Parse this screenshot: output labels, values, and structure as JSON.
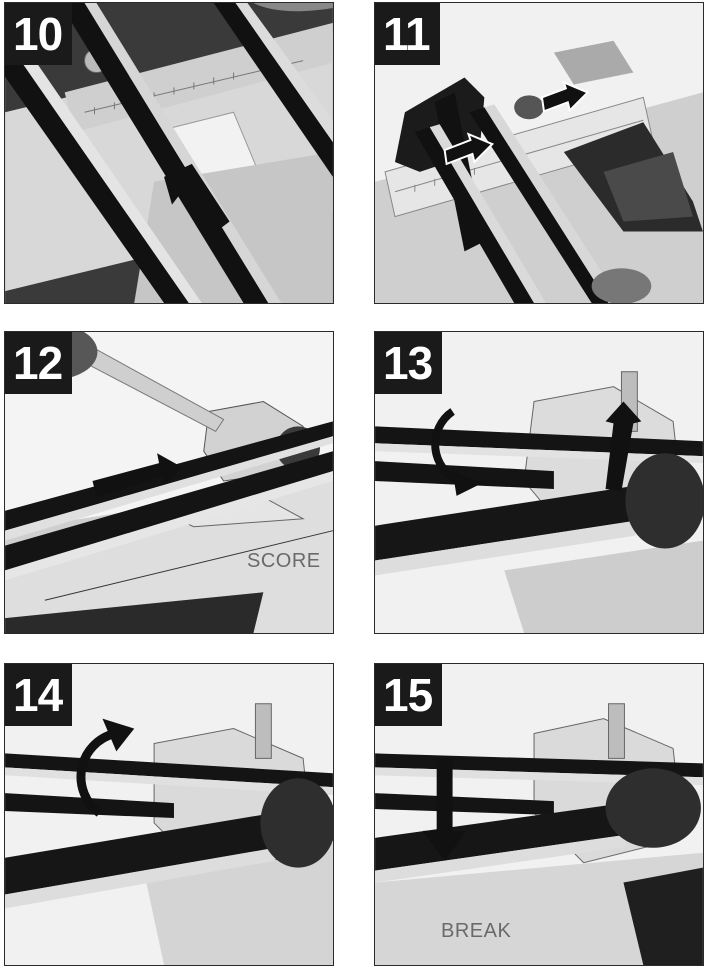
{
  "steps": [
    {
      "number": "10"
    },
    {
      "number": "11"
    },
    {
      "number": "12",
      "caption": "SCORE"
    },
    {
      "number": "13"
    },
    {
      "number": "14"
    },
    {
      "number": "15",
      "caption": "BREAK"
    }
  ]
}
